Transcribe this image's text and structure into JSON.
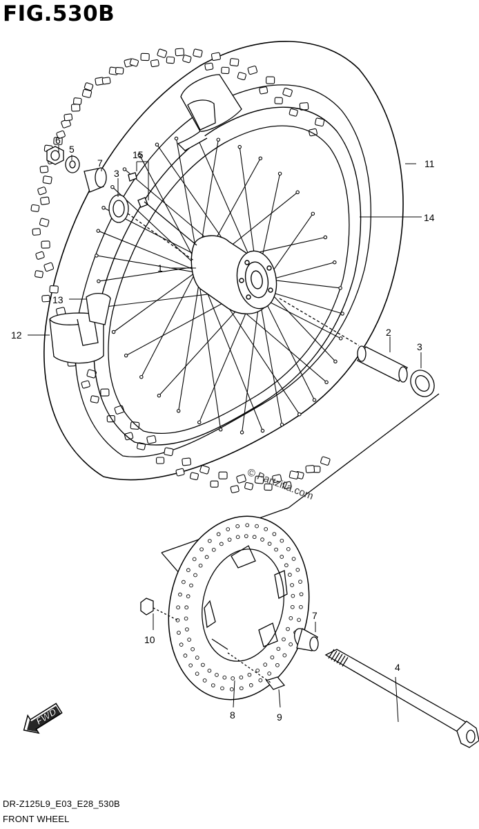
{
  "figure": {
    "title": "FIG.530B",
    "model_code": "DR-Z125L9_E03_E28_530B",
    "name": "FRONT WHEEL",
    "watermark": "© Partzilla.com",
    "direction": "FWD"
  },
  "callouts": [
    {
      "id": "1"
    },
    {
      "id": "2"
    },
    {
      "id": "3a",
      "label": "3"
    },
    {
      "id": "3b",
      "label": "3"
    },
    {
      "id": "4"
    },
    {
      "id": "5"
    },
    {
      "id": "6"
    },
    {
      "id": "7a",
      "label": "7"
    },
    {
      "id": "7b",
      "label": "7"
    },
    {
      "id": "8"
    },
    {
      "id": "9"
    },
    {
      "id": "10"
    },
    {
      "id": "11"
    },
    {
      "id": "12"
    },
    {
      "id": "13"
    },
    {
      "id": "14"
    },
    {
      "id": "15"
    }
  ],
  "labels": {
    "c1": "1",
    "c2": "2",
    "c3a": "3",
    "c3b": "3",
    "c4": "4",
    "c5": "5",
    "c6": "6",
    "c7a": "7",
    "c7b": "7",
    "c8": "8",
    "c9": "9",
    "c10": "10",
    "c11": "11",
    "c12": "12",
    "c13": "13",
    "c14": "14",
    "c15": "15"
  },
  "colors": {
    "ink": "#000000",
    "paper": "#ffffff"
  }
}
